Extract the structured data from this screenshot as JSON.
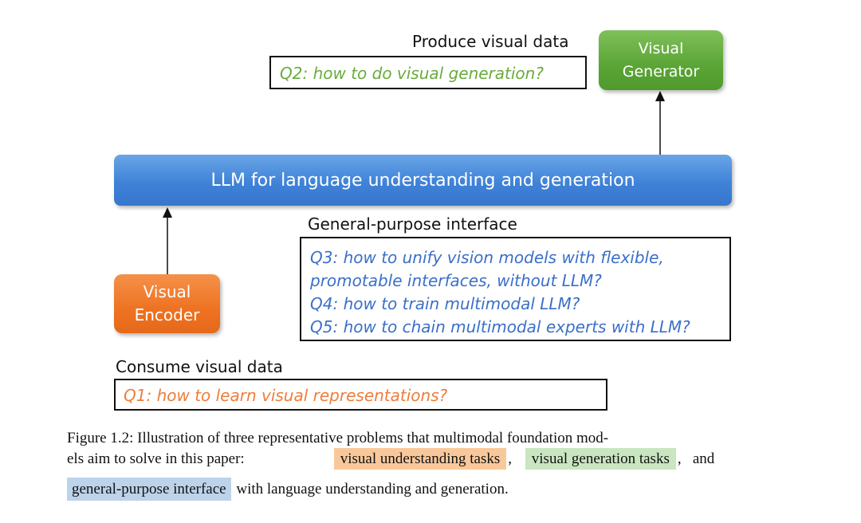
{
  "diagram": {
    "produce": {
      "heading": "Produce visual data",
      "question": "Q2: how to do visual generation?",
      "color": "#6aab3c"
    },
    "generator": {
      "line1": "Visual",
      "line2": "Generator",
      "color": "#5aa535"
    },
    "llm": {
      "label": "LLM for language understanding and generation",
      "color": "#3f82d8"
    },
    "interface": {
      "heading": "General-purpose interface",
      "questions": [
        "Q3: how to unify vision models with flexible,",
        "promotable interfaces, without LLM?",
        "Q4: how to train multimodal LLM?",
        "Q5: how to chain multimodal experts with LLM?"
      ],
      "color": "#3b6fc9"
    },
    "encoder": {
      "line1": "Visual",
      "line2": "Encoder",
      "color": "#ee7222"
    },
    "consume": {
      "heading": "Consume visual data",
      "question": "Q1: how to learn visual representations?",
      "color": "#ee7d3a"
    }
  },
  "caption": {
    "line1": "Figure 1.2:  Illustration of three representative problems that multimodal foundation mod-",
    "line2_prefix": "els aim to solve in this paper:",
    "hl_understanding": "visual understanding tasks",
    "sep1": ",",
    "hl_generation": "visual generation tasks",
    "sep2": ",   and",
    "hl_interface": "general-purpose interface",
    "line3_suffix": "with language understanding and generation.",
    "colors": {
      "understanding": "#f9c89a",
      "generation": "#c9e6c0",
      "interface": "#bcd3ea"
    }
  }
}
